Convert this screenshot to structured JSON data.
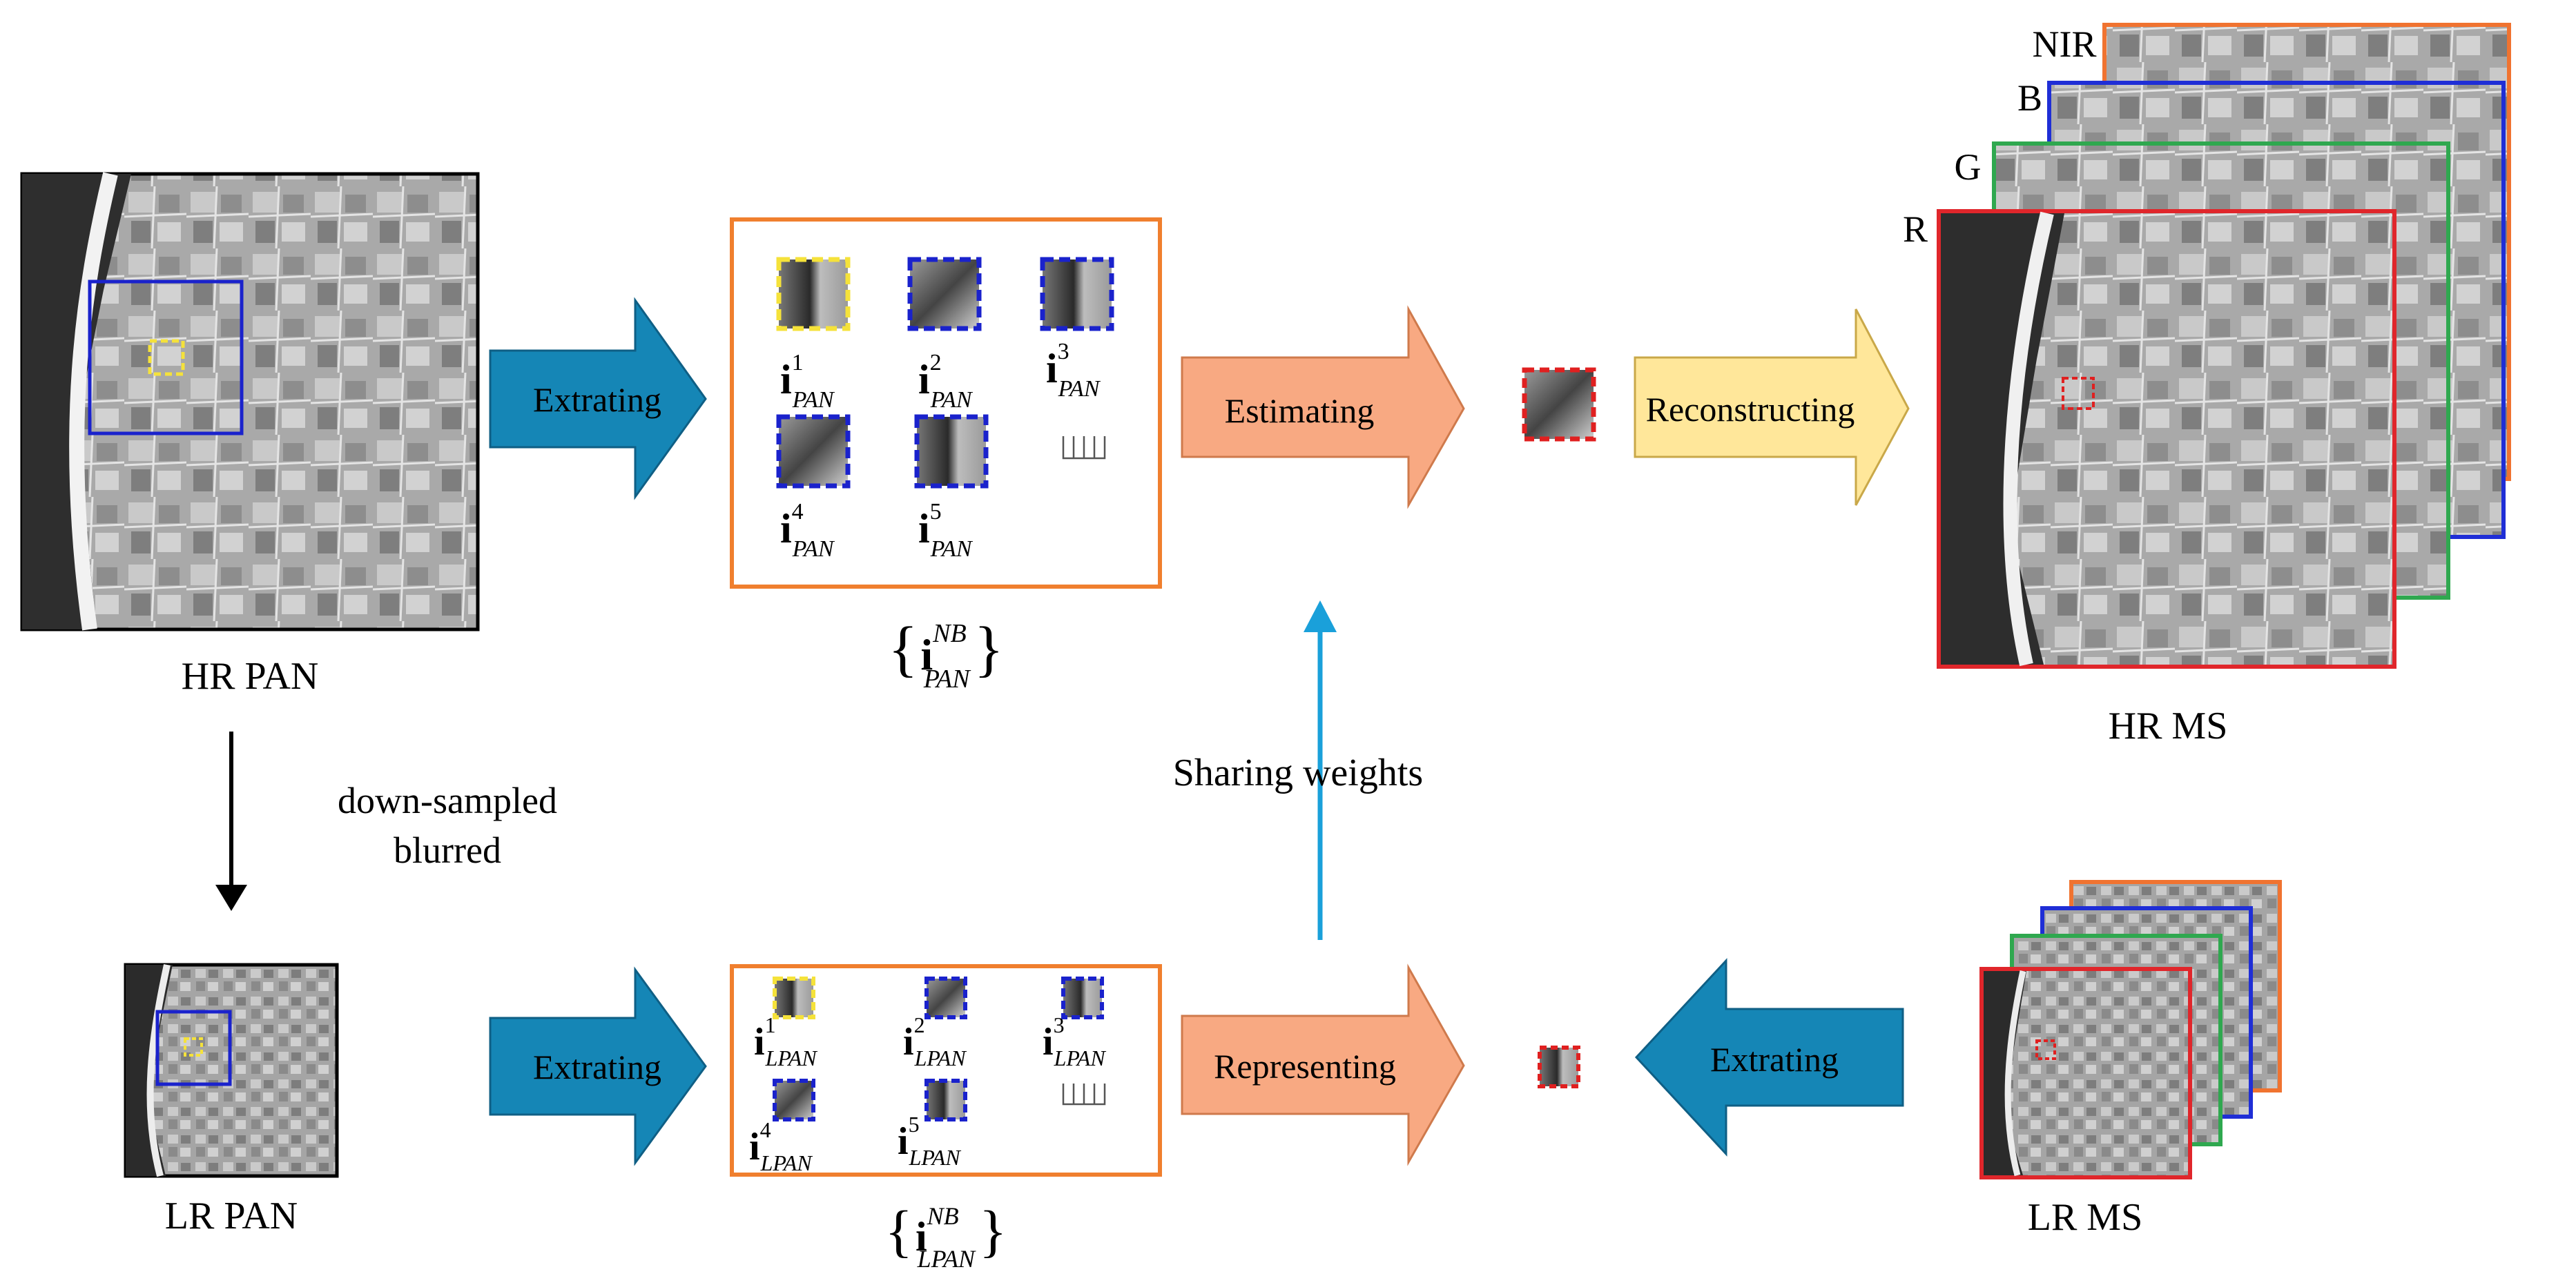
{
  "labels": {
    "hr_pan": "HR PAN",
    "lr_pan": "LR PAN",
    "hr_ms": "HR MS",
    "lr_ms": "LR MS",
    "down_sampled": "down-sampled",
    "blurred": "blurred",
    "sharing_weights": "Sharing weights",
    "band_nir": "NIR",
    "band_b": "B",
    "band_g": "G",
    "band_r": "R"
  },
  "arrows": {
    "extract_top": "Extrating",
    "extract_bottom": "Extrating",
    "extract_ms": "Extrating",
    "estimating": "Estimating",
    "representing": "Representing",
    "reconstructing": "Reconstructing"
  },
  "patches_hr": {
    "base": "i",
    "sub": "PAN",
    "items": [
      "1",
      "2",
      "3",
      "4",
      "5"
    ],
    "set_sup": "NB",
    "set_sub": "PAN"
  },
  "patches_lr": {
    "base": "i",
    "sub": "LPAN",
    "items": [
      "1",
      "2",
      "3",
      "4",
      "5"
    ],
    "set_sup": "NB",
    "set_sub": "LPAN"
  },
  "colors": {
    "blue_arrow": "#1586b6",
    "orange_arrow": "#f8a982",
    "yellow_arrow": "#ffe79a",
    "orange_box": "#f07f2e",
    "patch_blue": "#1a22cc",
    "patch_yellow": "#f5e23a",
    "patch_red": "#e02020",
    "band_red": "#e0262b",
    "band_green": "#2fa84f",
    "band_blue": "#1f2ed6",
    "band_orange": "#f07330",
    "shared_arrow": "#1aa0da"
  }
}
